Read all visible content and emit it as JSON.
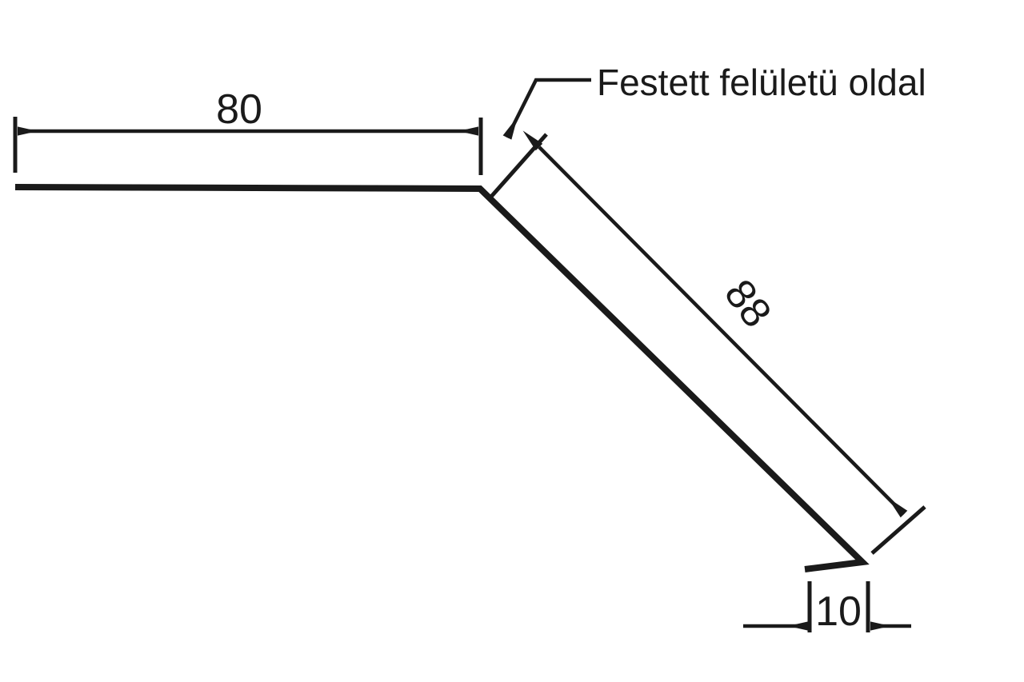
{
  "drawing": {
    "type": "technical-profile-drawing",
    "background_color": "#ffffff",
    "line_color": "#1a1a1a",
    "units": "mm",
    "title": "",
    "annotations": {
      "painted_side_note": "Festett felületü oldal"
    },
    "dimensions": {
      "top_flange": "80",
      "diagonal_web": "88",
      "bottom_lip": "10"
    },
    "profile": {
      "description": "sheet metal bent profile, 3 segments",
      "segments": [
        {
          "name": "top-flange",
          "length": "80",
          "orientation": "horizontal"
        },
        {
          "name": "diagonal-web",
          "length": "88",
          "orientation": "diagonal-down-right"
        },
        {
          "name": "bottom-lip",
          "length": "10",
          "orientation": "horizontal"
        }
      ]
    },
    "icons": {
      "leader_arrow": "arrow-icon",
      "dimension_arrow": "dimension-arrow-icon"
    }
  }
}
